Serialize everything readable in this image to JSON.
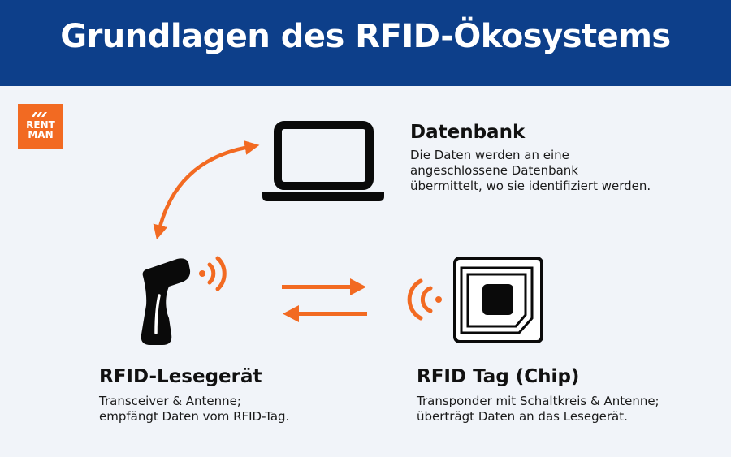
{
  "header": {
    "title": "Grundlagen des RFID-Ökosystems"
  },
  "logo": {
    "line1": "RENT",
    "line2": "MAN"
  },
  "database": {
    "title": "Datenbank",
    "description": "Die Daten werden an eine\nangeschlossene Datenbank\nübermittelt, wo sie identifiziert werden."
  },
  "reader": {
    "title": "RFID-Lesegerät",
    "description": "Transceiver & Antenne;\nempfängt Daten vom RFID-Tag."
  },
  "tag": {
    "title": "RFID Tag (Chip)",
    "description": "Transponder mit Schaltkreis & Antenne;\nüberträgt Daten an das Lesegerät."
  },
  "colors": {
    "header_bg": "#0d3f8a",
    "accent": "#f26a22",
    "background": "#f1f4f9"
  },
  "icons": [
    "laptop-icon",
    "barcode-scanner-icon",
    "rfid-chip-icon",
    "wireless-signal-icon"
  ]
}
